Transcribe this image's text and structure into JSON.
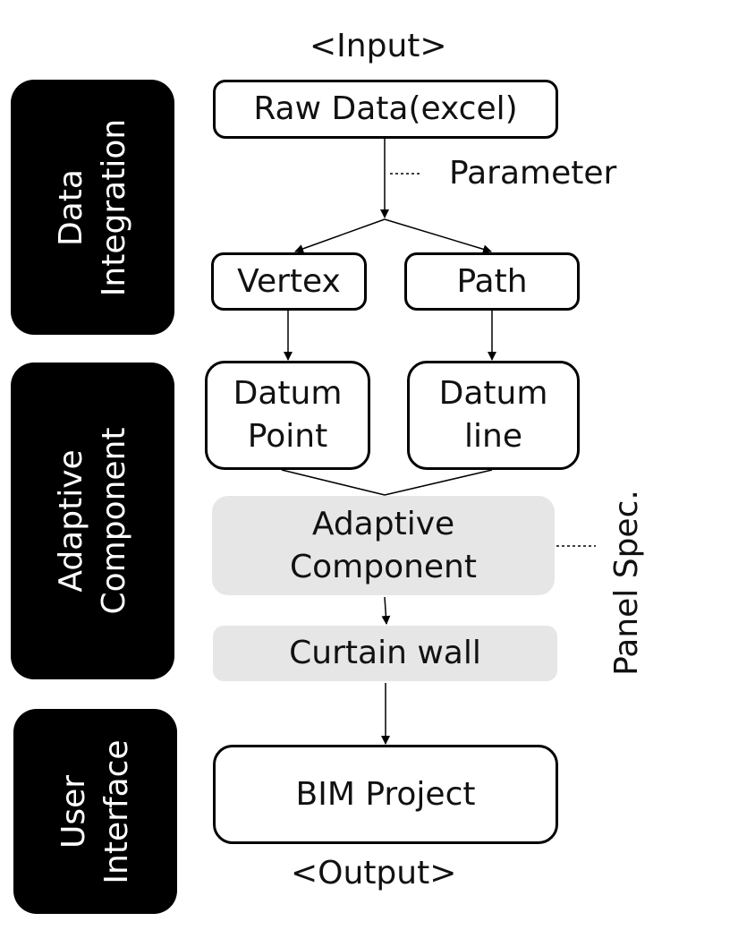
{
  "bands": {
    "data_integration": [
      "Data",
      "Integration"
    ],
    "adaptive_component": [
      "Adaptive",
      "Component"
    ],
    "user_interface": [
      "User",
      "Interface"
    ]
  },
  "captions": {
    "input": "<Input>",
    "output": "<Output>",
    "parameter": "Parameter",
    "panel_spec": "Panel Spec."
  },
  "nodes": {
    "raw_data": "Raw Data(excel)",
    "vertex": "Vertex",
    "path": "Path",
    "datum_point": [
      "Datum",
      "Point"
    ],
    "datum_line": [
      "Datum",
      "line"
    ],
    "adaptive_component": [
      "Adaptive",
      "Component"
    ],
    "curtain_wall": "Curtain wall",
    "bim_project": "BIM Project"
  },
  "colors": {
    "band_fill": "#000000",
    "band_text": "#ffffff",
    "node_border": "#000000",
    "shaded_node_fill": "#e7e6e6"
  }
}
